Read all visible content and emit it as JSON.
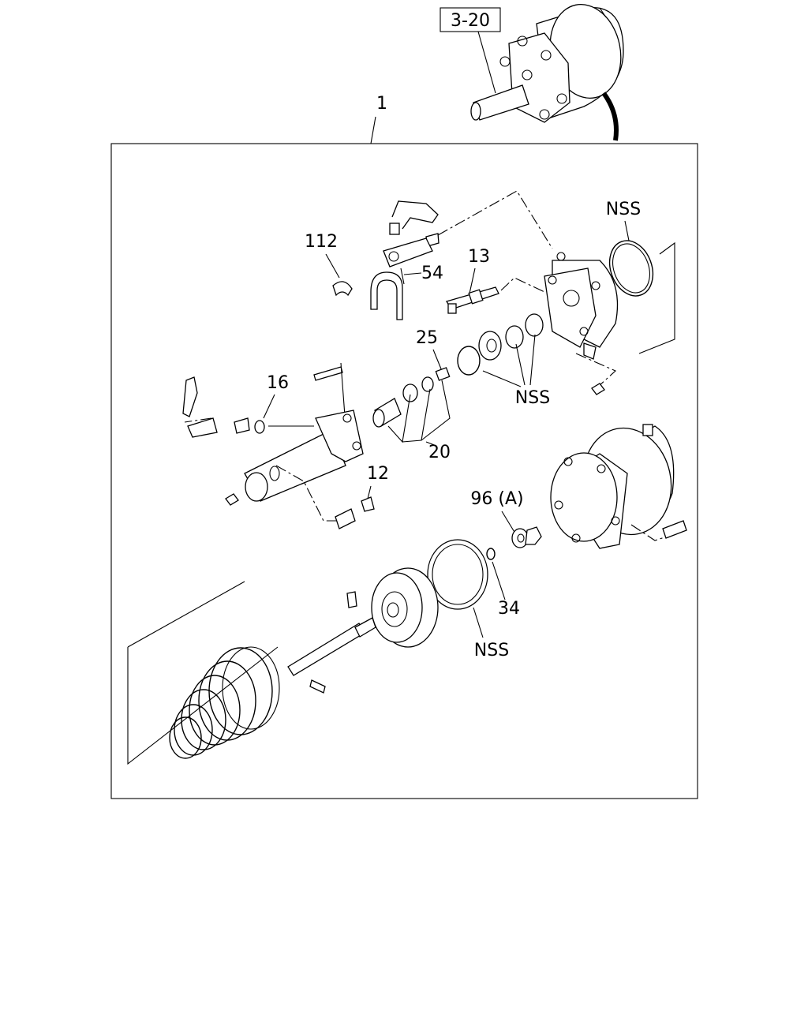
{
  "labels": {
    "ref_box": "3-20",
    "item_1": "1",
    "nss_top": "NSS",
    "item_112": "112",
    "item_54": "54",
    "item_13": "13",
    "item_25": "25",
    "nss_mid": "NSS",
    "item_16": "16",
    "item_20": "20",
    "item_12": "12",
    "item_96a": "96 (A)",
    "item_34": "34",
    "nss_bottom": "NSS"
  },
  "icons": {
    "assembly": "actuator-assembly-icon",
    "gasket_ring": "o-ring-icon",
    "spring": "coil-spring-icon"
  }
}
